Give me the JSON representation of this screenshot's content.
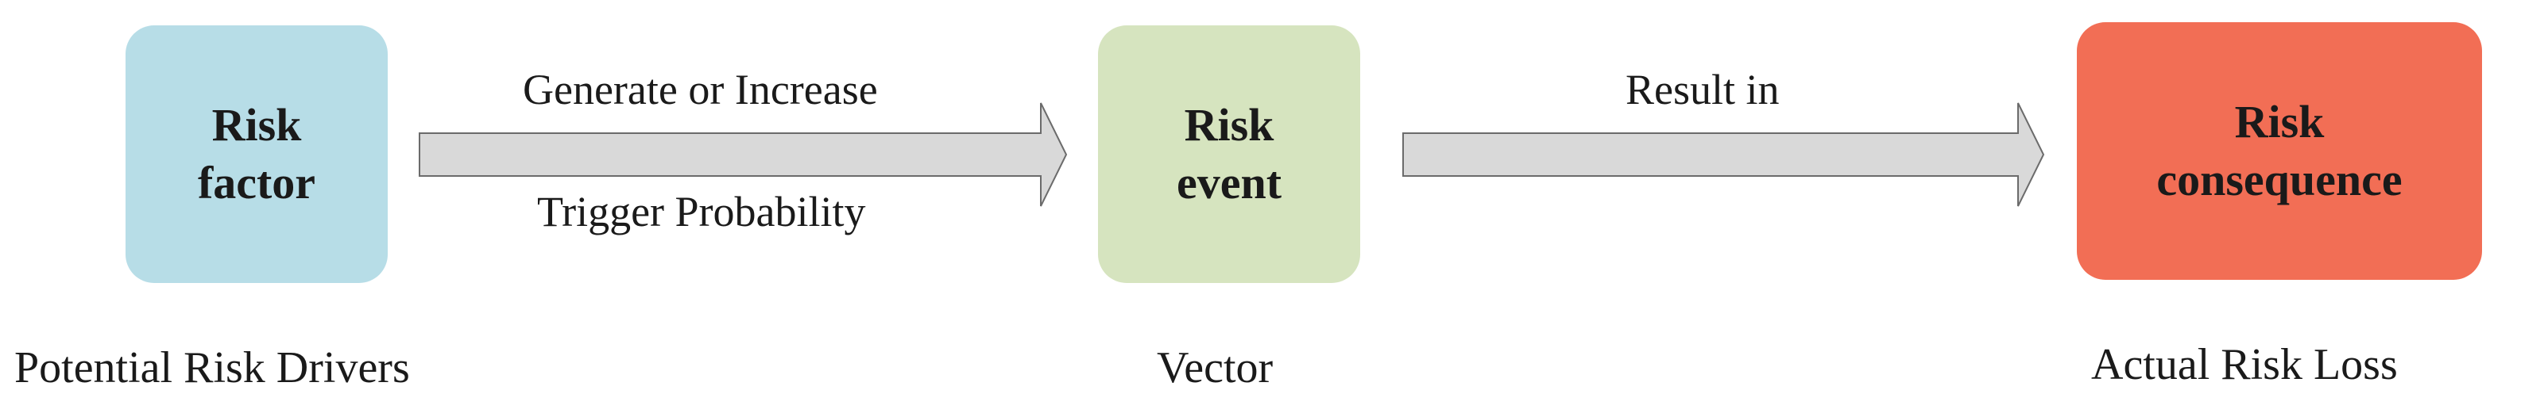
{
  "nodes": {
    "factor": {
      "line1": "Risk",
      "line2": "factor",
      "color": "#b7dde7"
    },
    "event": {
      "line1": "Risk",
      "line2": "event",
      "color": "#d6e4bf"
    },
    "consequence": {
      "line1": "Risk",
      "line2": "consequence",
      "color": "#f26e55"
    }
  },
  "edges": {
    "factor_to_event": {
      "label_top": "Generate or Increase",
      "label_bottom": "Trigger Probability"
    },
    "event_to_consequence": {
      "label_top": "Result in"
    }
  },
  "captions": {
    "factor": "Potential Risk Drivers",
    "event": "Vector",
    "consequence": "Actual Risk Loss"
  },
  "arrow_color": "#d9d9d9"
}
